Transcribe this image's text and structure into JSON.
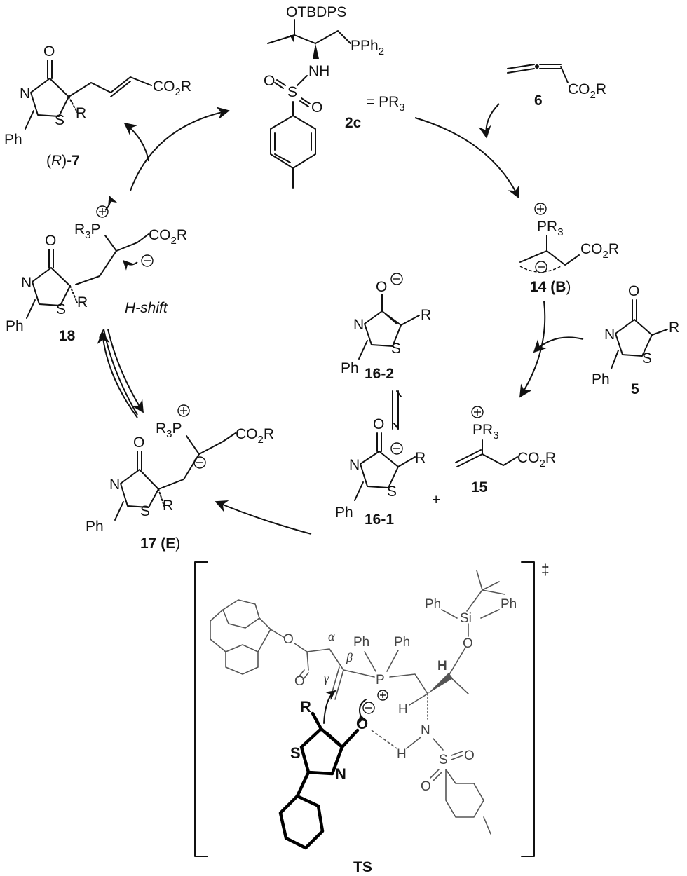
{
  "compounds": {
    "c2c": {
      "label": "2c",
      "equals": "= PR",
      "sub": "3",
      "silyl": "OTBDPS",
      "phos": "PPh",
      "phos_sub": "2",
      "nh": "NH",
      "s": "S",
      "o": "O"
    },
    "c6": {
      "label": "6",
      "ester": "CO",
      "ester_sub": "2",
      "ester_r": "R"
    },
    "c14": {
      "label": "14 (",
      "label_b": "B",
      "label_end": ")",
      "pr": "PR",
      "pr_sub": "3",
      "ester": "CO",
      "ester_sub": "2",
      "ester_r": "R"
    },
    "c5": {
      "label": "5",
      "o": "O",
      "n": "N",
      "s": "S",
      "r": "R",
      "ph": "Ph"
    },
    "c15": {
      "label": "15",
      "pr": "PR",
      "pr_sub": "3",
      "ester": "CO",
      "ester_sub": "2",
      "ester_r": "R"
    },
    "c16_1": {
      "label": "16-1",
      "o": "O",
      "n": "N",
      "s": "S",
      "r": "R",
      "ph": "Ph"
    },
    "c16_2": {
      "label": "16-2",
      "o": "O",
      "n": "N",
      "s": "S",
      "r": "R",
      "ph": "Ph"
    },
    "c17": {
      "label": "17 (",
      "label_b": "E",
      "label_end": ")",
      "r3p": "R",
      "r3p_sub": "3",
      "r3p_p": "P",
      "ester": "CO",
      "ester_sub": "2",
      "ester_r": "R",
      "o": "O",
      "n": "N",
      "s": "S",
      "r": "R",
      "ph": "Ph"
    },
    "c18": {
      "label": "18",
      "r3p": "R",
      "r3p_sub": "3",
      "r3p_p": "P",
      "ester": "CO",
      "ester_sub": "2",
      "ester_r": "R",
      "o": "O",
      "n": "N",
      "s": "S",
      "r": "R",
      "ph": "Ph"
    },
    "c7": {
      "label_open": "(",
      "label_r": "R",
      "label_close": ")-",
      "label_num": "7",
      "ester": "CO",
      "ester_sub": "2",
      "ester_r": "R",
      "o": "O",
      "n": "N",
      "s": "S",
      "r": "R",
      "ph": "Ph"
    }
  },
  "plus": "+",
  "h_shift": "H-shift",
  "ts": {
    "label": "TS",
    "dagger": "‡",
    "ph1": "Ph",
    "ph2": "Ph",
    "ph3": "Ph",
    "ph4": "Ph",
    "si": "Si",
    "p": "P",
    "n": "N",
    "h_nh": "H",
    "h_c": "H",
    "h_bold": "H",
    "o_ester": "O",
    "o_carbonyl": "O",
    "o_si": "O",
    "o_anion": "O",
    "s_sulf": "S",
    "o_s1": "O",
    "o_s2": "O",
    "r": "R",
    "s_ring": "S",
    "n_ring": "N",
    "alpha": "α",
    "beta": "β",
    "gamma": "γ"
  }
}
